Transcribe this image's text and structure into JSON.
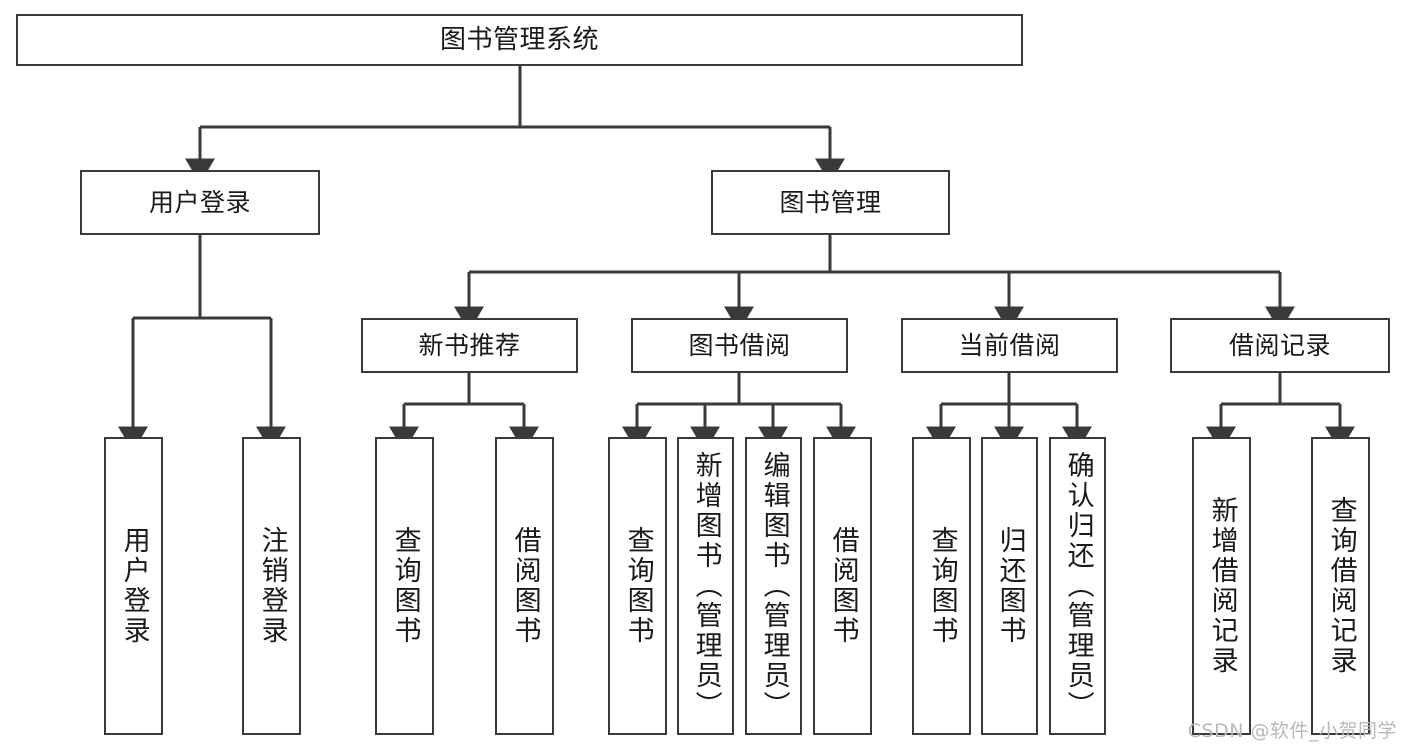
{
  "diagram": {
    "title": "图书管理系统",
    "type": "tree",
    "watermark": "CSDN @软件_小贺同学",
    "colors": {
      "box_border": "#3a3a3a",
      "box_fill": "#ffffff",
      "edge": "#3a3a3a",
      "text": "#1a1a1a",
      "watermark": "#b9b9b9",
      "background": "#ffffff"
    },
    "nodes": {
      "root": {
        "label": "图书管理系统"
      },
      "level2": [
        {
          "id": "user-login",
          "label": "用户登录"
        },
        {
          "id": "book-manage",
          "label": "图书管理"
        }
      ],
      "level3": [
        {
          "id": "new-book-recommend",
          "label": "新书推荐"
        },
        {
          "id": "book-borrow",
          "label": "图书借阅"
        },
        {
          "id": "current-borrow",
          "label": "当前借阅"
        },
        {
          "id": "borrow-record",
          "label": "借阅记录"
        }
      ],
      "leaves": {
        "user-login": [
          {
            "id": "leaf-user-login",
            "label": "用户登录"
          },
          {
            "id": "leaf-user-logout",
            "label": "注销登录"
          }
        ],
        "new-book-recommend": [
          {
            "id": "leaf-query-book-1",
            "label": "查询图书"
          },
          {
            "id": "leaf-borrow-book-1",
            "label": "借阅图书"
          }
        ],
        "book-borrow": [
          {
            "id": "leaf-query-book-2",
            "label": "查询图书"
          },
          {
            "id": "leaf-add-book",
            "label": "新增图书（管理员）"
          },
          {
            "id": "leaf-edit-book",
            "label": "编辑图书（管理员）"
          },
          {
            "id": "leaf-borrow-book-2",
            "label": "借阅图书"
          }
        ],
        "current-borrow": [
          {
            "id": "leaf-query-book-3",
            "label": "查询图书"
          },
          {
            "id": "leaf-return-book",
            "label": "归还图书"
          },
          {
            "id": "leaf-confirm-return",
            "label": "确认归还（管理员）"
          }
        ],
        "borrow-record": [
          {
            "id": "leaf-add-record",
            "label": "新增借阅记录"
          },
          {
            "id": "leaf-query-record",
            "label": "查询借阅记录"
          }
        ]
      }
    }
  }
}
